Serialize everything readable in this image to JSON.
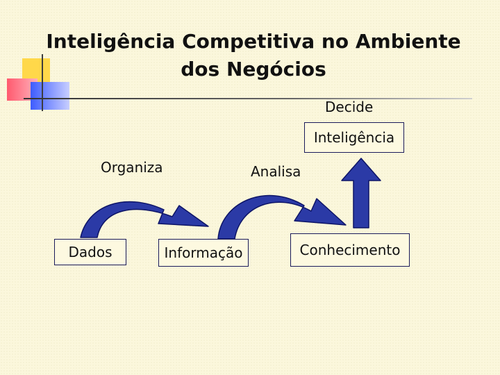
{
  "title": {
    "line1": "Inteligência Competitiva no  Ambiente",
    "line2": "dos Negócios"
  },
  "labels": {
    "decide": "Decide",
    "organiza": "Organiza",
    "analisa": "Analisa"
  },
  "boxes": {
    "inteligencia": "Inteligência",
    "dados": "Dados",
    "informacao": "Informação",
    "conhecimento": "Conhecimento"
  },
  "colors": {
    "arrow_fill": "#2b3aa6",
    "arrow_stroke": "#0d1466",
    "background": "#fbf7dc"
  }
}
